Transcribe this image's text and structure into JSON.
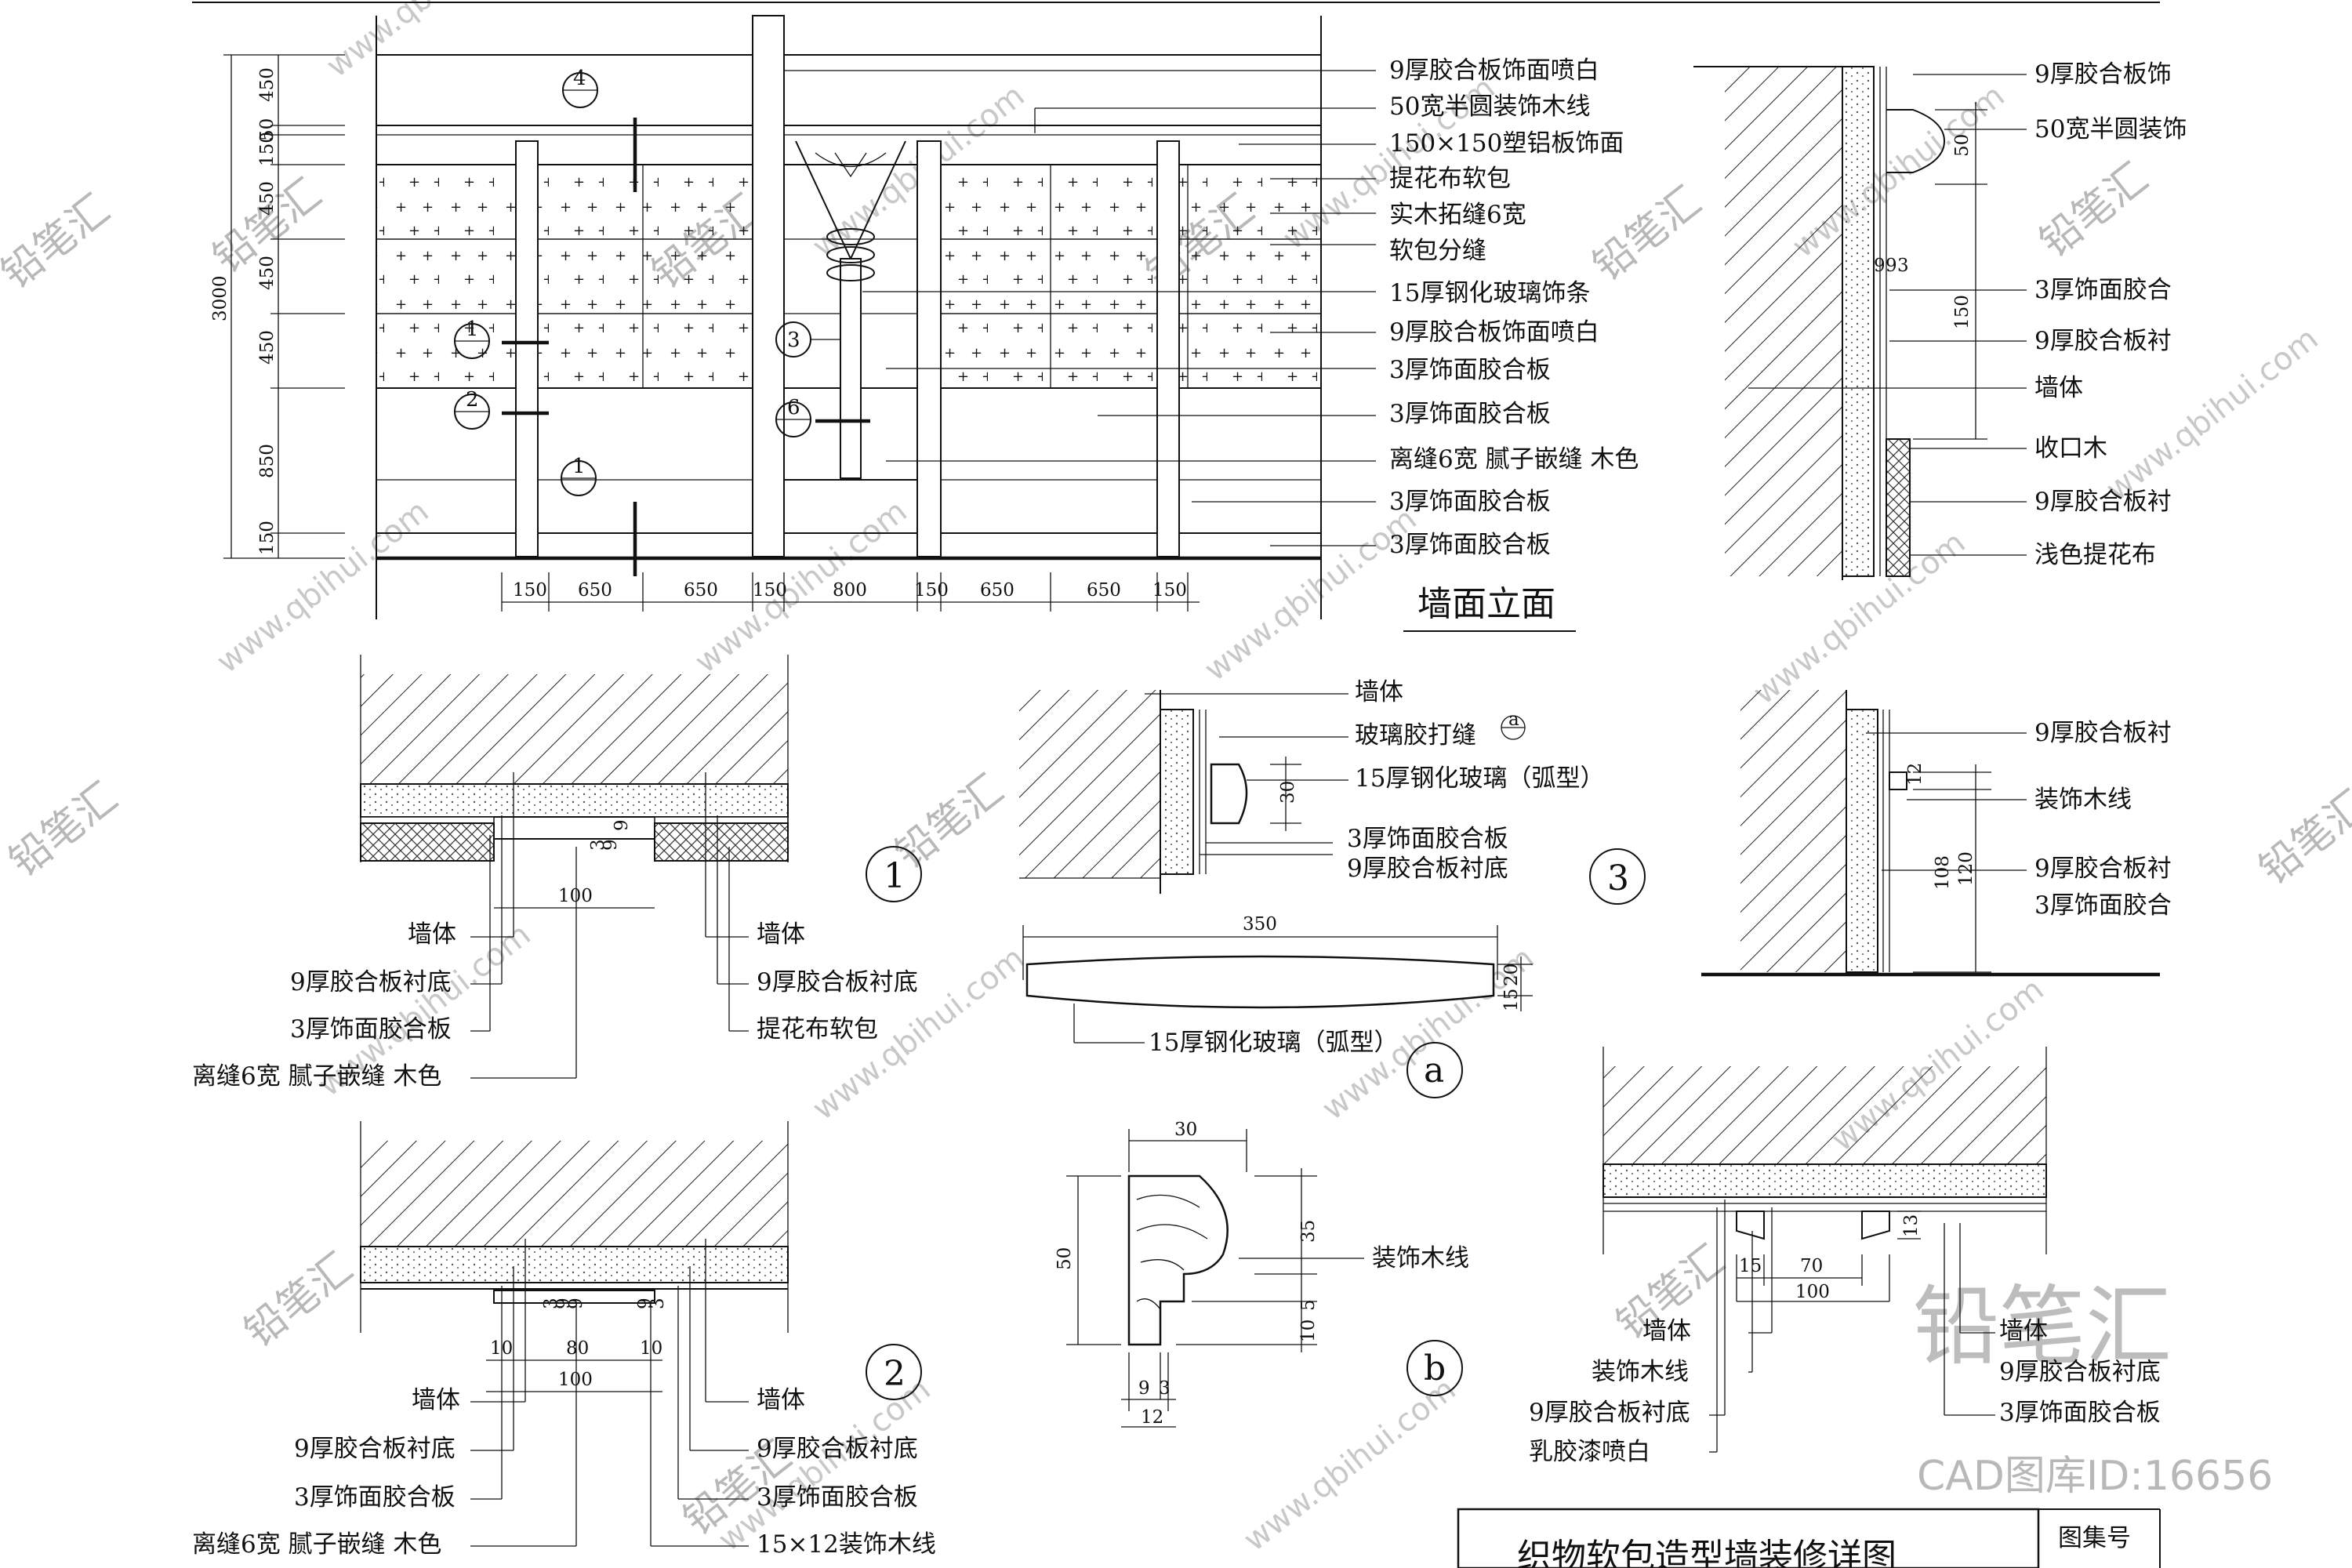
{
  "drawing": {
    "title": "织物软包造型墙装修详图",
    "atlas_label": "图集号",
    "id_watermark": "CAD图库ID:16656"
  },
  "watermark": {
    "url": "www.qbihui.com",
    "brand": "铅笔汇"
  },
  "elevation": {
    "title": "墙面立面",
    "height_total": "3000",
    "height_dims": [
      "450",
      "50",
      "150",
      "450",
      "450",
      "450",
      "850",
      "150"
    ],
    "width_dims": [
      "150",
      "650",
      "650",
      "150",
      "800",
      "150",
      "650",
      "650",
      "150"
    ],
    "callouts": [
      "9厚胶合板饰面喷白",
      "50宽半圆装饰木线",
      "150×150塑铝板饰面",
      "提花布软包",
      "实木拓缝6宽",
      "软包分缝",
      "15厚钢化玻璃饰条",
      "9厚胶合板饰面喷白",
      "3厚饰面胶合板",
      "3厚饰面胶合板",
      "离缝6宽  腻子嵌缝  木色",
      "3厚饰面胶合板",
      "3厚饰面胶合板"
    ],
    "bubbles": [
      "4",
      "1",
      "2",
      "1",
      "3",
      "6"
    ]
  },
  "detail_right_top": {
    "callouts": [
      "9厚胶合板饰",
      "50宽半圆装饰",
      "3厚饰面胶合",
      "9厚胶合板衬",
      "墙体",
      "收口木",
      "9厚胶合板衬",
      "浅色提花布"
    ],
    "dims": [
      "50",
      "9",
      "9",
      "3",
      "150"
    ]
  },
  "detail_1": {
    "mark": "1",
    "dims": [
      "3",
      "9",
      "9",
      "100"
    ],
    "left_labels": [
      "墙体",
      "9厚胶合板衬底",
      "3厚饰面胶合板",
      "离缝6宽  腻子嵌缝  木色"
    ],
    "right_labels": [
      "墙体",
      "9厚胶合板衬底",
      "提花布软包"
    ]
  },
  "detail_2": {
    "mark": "2",
    "dims": [
      "3",
      "9",
      "9",
      "9",
      "3",
      "10",
      "80",
      "10",
      "100"
    ],
    "left_labels": [
      "墙体",
      "9厚胶合板衬底",
      "3厚饰面胶合板",
      "离缝6宽  腻子嵌缝  木色"
    ],
    "right_labels": [
      "墙体",
      "9厚胶合板衬底",
      "3厚饰面胶合板",
      "15×12装饰木线"
    ]
  },
  "detail_glass": {
    "labels": [
      "墙体",
      "玻璃胶打缝",
      "15厚钢化玻璃（弧型）",
      "3厚饰面胶合板",
      "9厚胶合板衬底"
    ],
    "bubble": "a",
    "dim": "30"
  },
  "detail_3": {
    "mark": "3",
    "labels": [
      "9厚胶合板衬",
      "装饰木线",
      "9厚胶合板衬",
      "3厚饰面胶合"
    ],
    "dims": [
      "12",
      "108",
      "120"
    ]
  },
  "detail_a": {
    "mark": "a",
    "width": "350",
    "dims": [
      "15",
      "20"
    ],
    "label": "15厚钢化玻璃（弧型）"
  },
  "detail_b": {
    "mark": "b",
    "label": "装饰木线",
    "dims": [
      "30",
      "50",
      "35",
      "5",
      "10",
      "9",
      "3",
      "12"
    ]
  },
  "detail_br": {
    "labels": [
      "墙体",
      "装饰木线",
      "9厚胶合板衬底",
      "乳胶漆喷白"
    ],
    "dims": [
      "13",
      "15",
      "70",
      "100"
    ],
    "cut_labels": [
      "墙体",
      "9厚胶合板衬底",
      "3厚饰面胶合板"
    ]
  }
}
